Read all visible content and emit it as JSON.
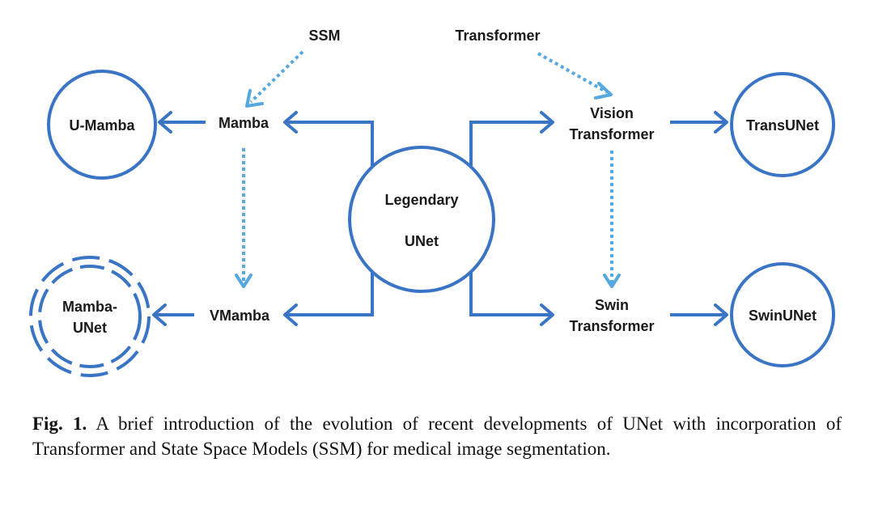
{
  "diagram": {
    "nodes": {
      "ssm": "SSM",
      "transformer": "Transformer",
      "mamba": "Mamba",
      "vmamba": "VMamba",
      "vision_transformer": [
        "Vision",
        "Transformer"
      ],
      "swin_transformer": [
        "Swin",
        "Transformer"
      ],
      "unet": [
        "Legendary",
        "UNet"
      ],
      "u_mamba": "U-Mamba",
      "mamba_unet": [
        "Mamba-",
        "UNet"
      ],
      "transunet": "TransUNet",
      "swinunet": "SwinUNet"
    },
    "colors": {
      "primary": "#3a74c4",
      "dotted": "#55a8e0"
    }
  },
  "caption": {
    "label": "Fig. 1.",
    "text": "A brief introduction of the evolution of recent developments of UNet with incorporation of Transformer and State Space Models (SSM) for medical image segmentation."
  }
}
